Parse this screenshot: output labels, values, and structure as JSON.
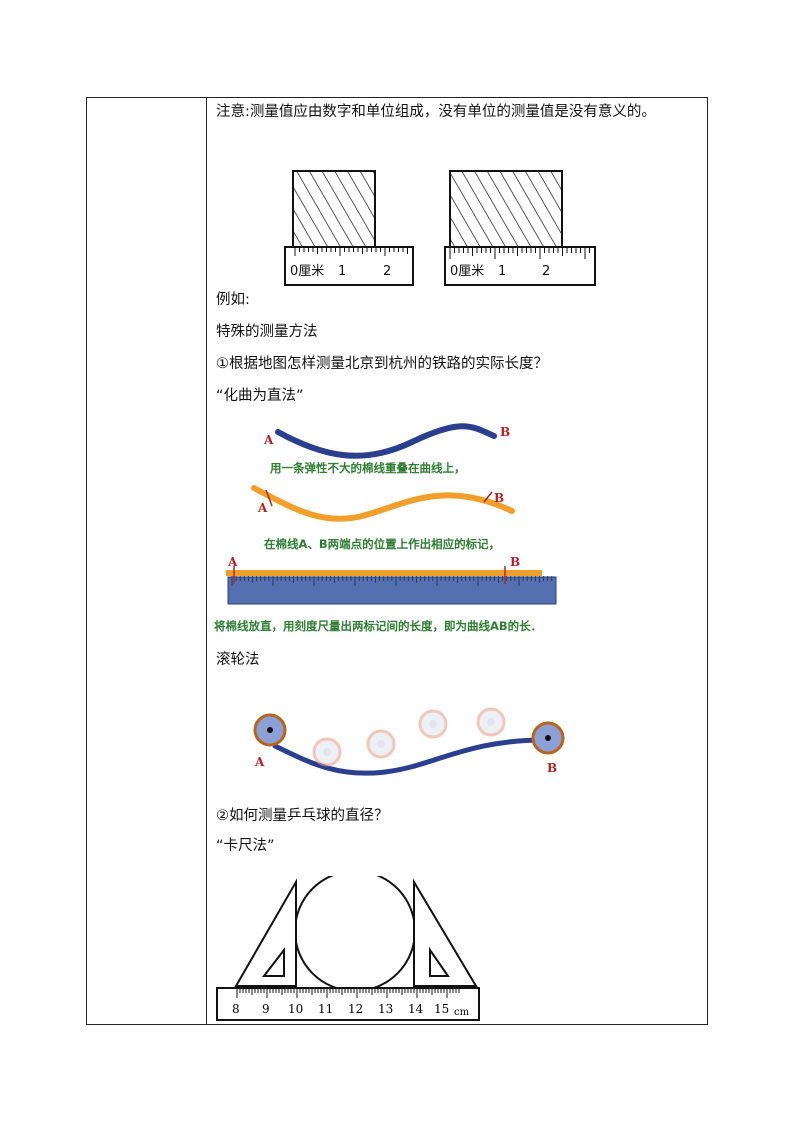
{
  "note": "注意:测量值应由数字和单位组成，没有单位的测量值是没有意义的。",
  "ruler_fig": {
    "left_ruler": {
      "unit_label": "0厘米",
      "ticks": [
        "1",
        "2"
      ]
    },
    "right_ruler": {
      "unit_label": "0厘米",
      "ticks": [
        "1",
        "2"
      ]
    }
  },
  "example_label": "例如:",
  "special_methods_title": "特殊的测量方法",
  "question1": "①根据地图怎样测量北京到杭州的铁路的实际长度？",
  "method1_name": "“化曲为直法”",
  "curve_fig": {
    "point_a": "A",
    "point_b": "B",
    "step1": "用一条弹性不大的棉线重叠在曲线上，",
    "step2": "在棉线A、B两端点的位置上作出相应的标记，",
    "step3": "将棉线放直，用刻度尺量出两标记间的长度，即为曲线AB的长．",
    "colors": {
      "curve": "#2b3f8f",
      "string": "#f0a02a",
      "label": "#b22222",
      "ruler": "#5470b0"
    }
  },
  "method2_name": "滚轮法",
  "wheel_fig": {
    "point_a": "A",
    "point_b": "B"
  },
  "question2": "②如何测量乒乓球的直径？",
  "method3_name": "“卡尺法”",
  "caliper_fig": {
    "ticks": [
      "8",
      "9",
      "10",
      "11",
      "12",
      "13",
      "14",
      "15"
    ],
    "unit": "cm"
  }
}
